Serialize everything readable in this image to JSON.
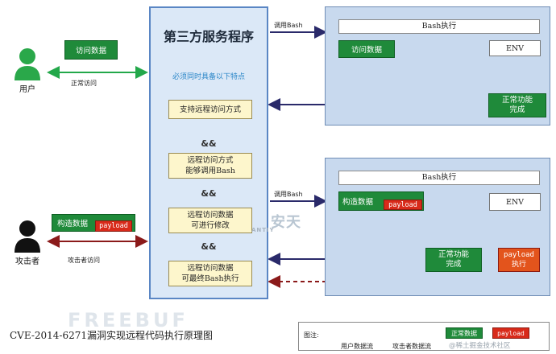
{
  "center": {
    "title": "第三方服务程序",
    "subtitle": "必须同时具备以下特点",
    "features": [
      "支持远程访问方式",
      "远程访问方式\n能够调用Bash",
      "远程访问数据\n可进行修改",
      "远程访问数据\n可最终Bash执行"
    ],
    "amp": "&&"
  },
  "user": {
    "label": "用户",
    "data_box": "访问数据",
    "access_label": "正常访问"
  },
  "attacker": {
    "label": "攻击者",
    "data_box": "构造数据",
    "payload": "payload",
    "access_label": "攻击者访问"
  },
  "top_bash": {
    "call_label": "调用Bash",
    "title": "Bash执行",
    "data_box": "访问数据",
    "env": "ENV",
    "result": "正常功能\n完成"
  },
  "bottom_bash": {
    "call_label": "调用Bash",
    "title": "Bash执行",
    "data_box": "构造数据",
    "payload": "payload",
    "env": "ENV",
    "result": "正常功能\n完成",
    "payload_exec": "payload\n执行"
  },
  "caption": "CVE-2014-6271漏洞实现远程代码执行原理图",
  "legend": {
    "prefix": "图注:",
    "user_flow": "用户数据流",
    "attacker_flow": "攻击者数据流",
    "normal_flow": "正常数据",
    "payload_flow": "payload"
  },
  "watermarks": {
    "center": "安天",
    "center_small": "ANTIY",
    "bottom_left": "FREEBUF",
    "bottom_right": "@稀土掘金技术社区"
  },
  "colors": {
    "green_flow": "#23a84a",
    "attacker_flow": "#8b1a1a",
    "dark_arrow": "#2a2a8a",
    "panel_border": "#5a86c4"
  }
}
